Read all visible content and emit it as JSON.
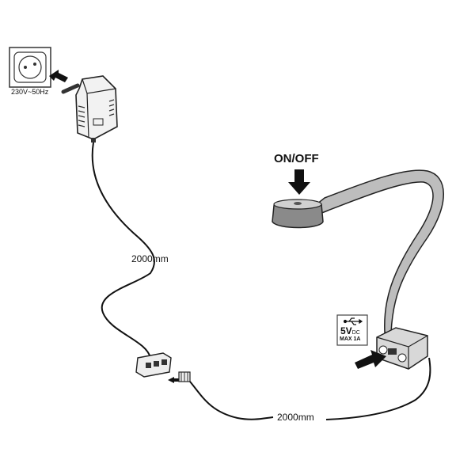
{
  "socket": {
    "voltage_label": "230V~50Hz"
  },
  "lamp": {
    "switch_label": "ON/OFF"
  },
  "cables": {
    "adapter_cable_length": "2000mm",
    "lamp_cable_length": "2000mm"
  },
  "usb_badge": {
    "voltage": "5V",
    "current_type": "DC",
    "max_current": "MAX 1A",
    "icon": "usb-icon"
  }
}
